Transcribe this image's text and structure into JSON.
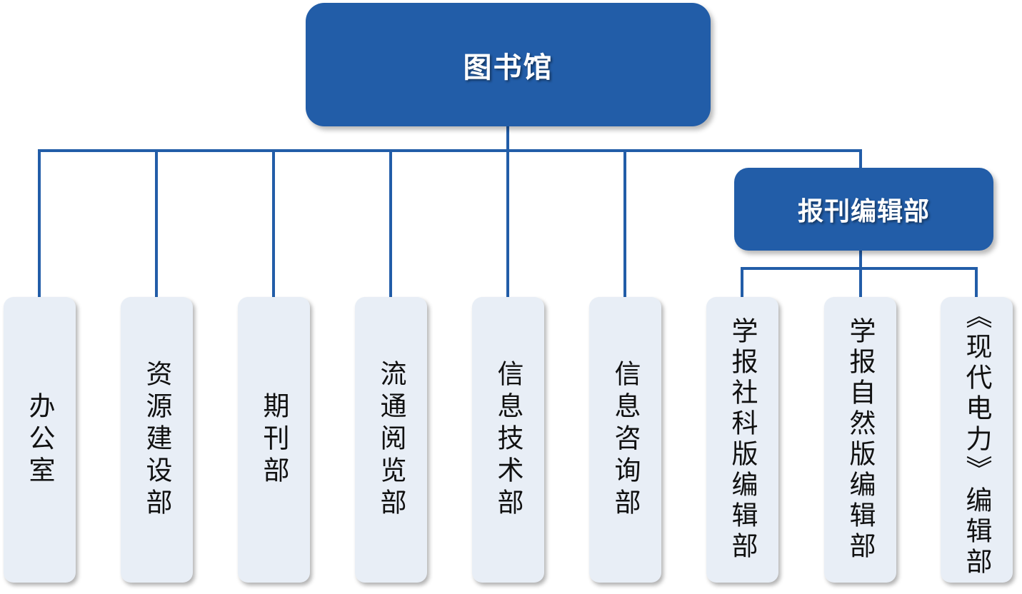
{
  "root": {
    "label": "图书馆"
  },
  "sub": {
    "label": "报刊编辑部"
  },
  "departments": [
    {
      "label": "办公室"
    },
    {
      "label": "资源建设部"
    },
    {
      "label": "期刊部"
    },
    {
      "label": "流通阅览部"
    },
    {
      "label": "信息技术部"
    },
    {
      "label": "信息咨询部"
    }
  ],
  "editorial_units": [
    {
      "label": "学报社科版编辑部"
    },
    {
      "label": "学报自然版编辑部"
    },
    {
      "label": "《现代电力》编辑部"
    }
  ],
  "colors": {
    "primary": "#225da8",
    "leaf_fill": "#e8eef6",
    "connector": "#225da8"
  }
}
